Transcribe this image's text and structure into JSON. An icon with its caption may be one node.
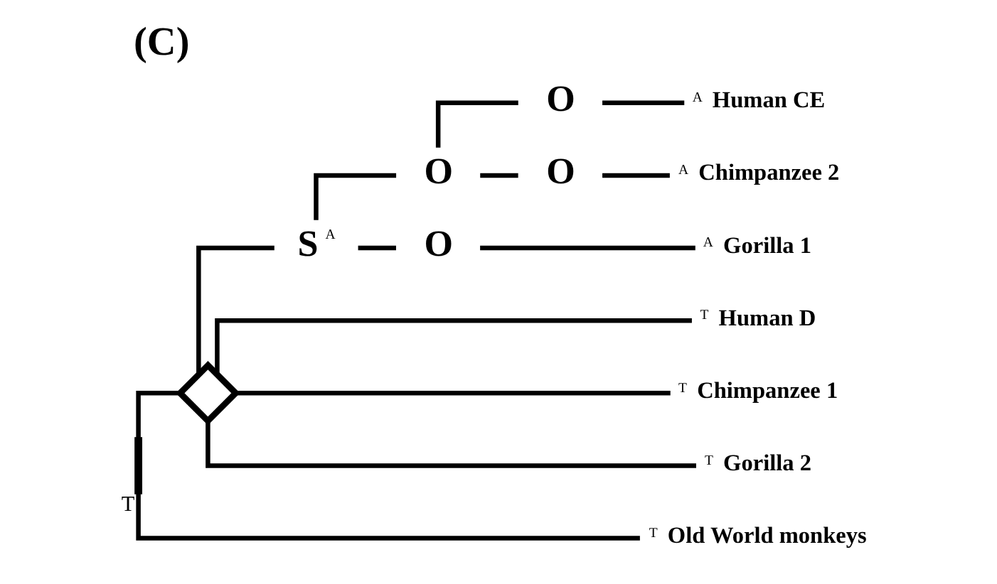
{
  "diagram": {
    "title": "(C)",
    "nodes": [
      {
        "text": [],
        "shape": "bar",
        "beside": [
          "T"
        ]
      },
      {
        "text": [],
        "shape": "diamond"
      },
      {
        "text": [
          "S"
        ],
        "beside": [
          "A"
        ]
      },
      {
        "text": [
          "O"
        ]
      },
      {
        "text": [
          "O"
        ]
      },
      {
        "text": [
          "O"
        ]
      },
      {
        "text": [
          "O"
        ]
      },
      {
        "text": [
          "Human D"
        ],
        "beside": [
          "T"
        ]
      },
      {
        "text": [
          "Chimpanzee 1"
        ],
        "beside": [
          "T"
        ]
      },
      {
        "text": [
          "Gorilla 2"
        ],
        "beside": [
          "T"
        ]
      },
      {
        "text": [
          "Human CE"
        ],
        "beside": [
          "A"
        ]
      },
      {
        "text": [
          "Chimpanzee 2"
        ],
        "beside": [
          "A"
        ]
      },
      {
        "text": [
          "Gorilla 1"
        ],
        "beside": [
          "A"
        ]
      },
      {
        "text": [
          "Old World monkeys"
        ],
        "beside": [
          "T"
        ]
      }
    ],
    "edges": [
      {
        "from": 0,
        "to": 1,
        "arrow": "none"
      },
      {
        "from": 1,
        "to": 7,
        "arrow": "none"
      },
      {
        "from": 1,
        "to": 8,
        "arrow": "none"
      },
      {
        "from": 1,
        "to": 9,
        "arrow": "none"
      },
      {
        "from": 1,
        "to": 2,
        "arrow": "none"
      },
      {
        "from": 2,
        "to": 3,
        "arrow": "none"
      },
      {
        "from": 3,
        "to": 4,
        "arrow": "none"
      },
      {
        "from": 3,
        "to": 5,
        "arrow": "none"
      },
      {
        "from": 4,
        "to": 10,
        "arrow": "none"
      },
      {
        "from": 5,
        "to": 11,
        "arrow": "none"
      },
      {
        "from": 2,
        "to": 6,
        "arrow": "none"
      },
      {
        "from": 6,
        "to": 12,
        "arrow": "none"
      },
      {
        "from": 0,
        "to": 13,
        "arrow": "none"
      }
    ]
  }
}
